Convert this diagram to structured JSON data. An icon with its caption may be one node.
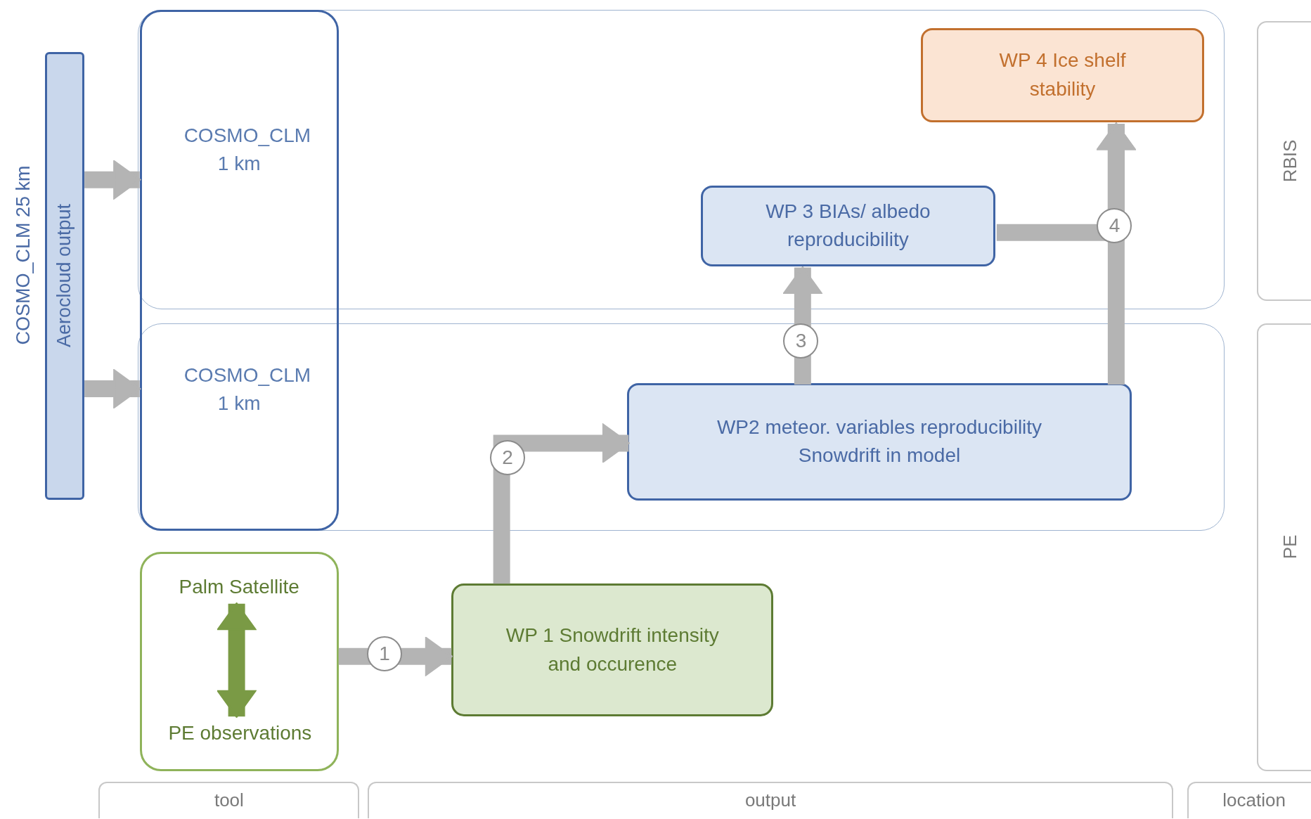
{
  "diagram": {
    "nodes": [
      {
        "text": [],
        "shape": "box"
      },
      {
        "text": [
          "RBIS"
        ]
      },
      {
        "text": [],
        "shape": "box"
      },
      {
        "text": [
          "PE"
        ]
      },
      {
        "text": [
          "Aerocloud output"
        ],
        "beside": [
          "COSMO_CLM 25 km"
        ]
      },
      {
        "text": [
          "COSMO_CLM 1 km",
          "COSMO_CLM 1 km"
        ]
      },
      {
        "text": [
          "WP 4 Ice shelf stability"
        ],
        "in": 0
      },
      {
        "text": [
          "WP 3 BIAs/ albedo reproducibility"
        ],
        "in": 0
      },
      {
        "text": [
          "WP2 meteor. variables reproducibility Snowdrift in model"
        ],
        "in": 2
      },
      {
        "text": [],
        "shape": "box"
      },
      {
        "text": [
          "Palm Satellite"
        ],
        "in": 9
      },
      {
        "text": [
          "PE observations"
        ],
        "in": 9
      },
      {
        "text": [
          "WP 1 Snowdrift intensity and occurence"
        ]
      },
      {
        "text": [
          "tool"
        ]
      },
      {
        "text": [
          "output"
        ]
      },
      {
        "text": [
          "location"
        ]
      }
    ],
    "edges": [
      {
        "from": 4,
        "to": 5,
        "arrow": "to"
      },
      {
        "from": 4,
        "to": 5,
        "arrow": "to"
      },
      {
        "from": 10,
        "to": 11,
        "arrow": "both",
        "color": "#7a9a45"
      },
      {
        "from": 9,
        "to": 12,
        "arrow": "to",
        "label": "1"
      },
      {
        "from": 12,
        "to": 8,
        "arrow": "to",
        "label": "2"
      },
      {
        "from": 8,
        "to": 7,
        "arrow": "to",
        "label": "3"
      },
      {
        "from": 7,
        "to": 6,
        "arrow": "to",
        "label": "4"
      },
      {
        "from": 8,
        "to": 6,
        "arrow": "to"
      }
    ]
  }
}
